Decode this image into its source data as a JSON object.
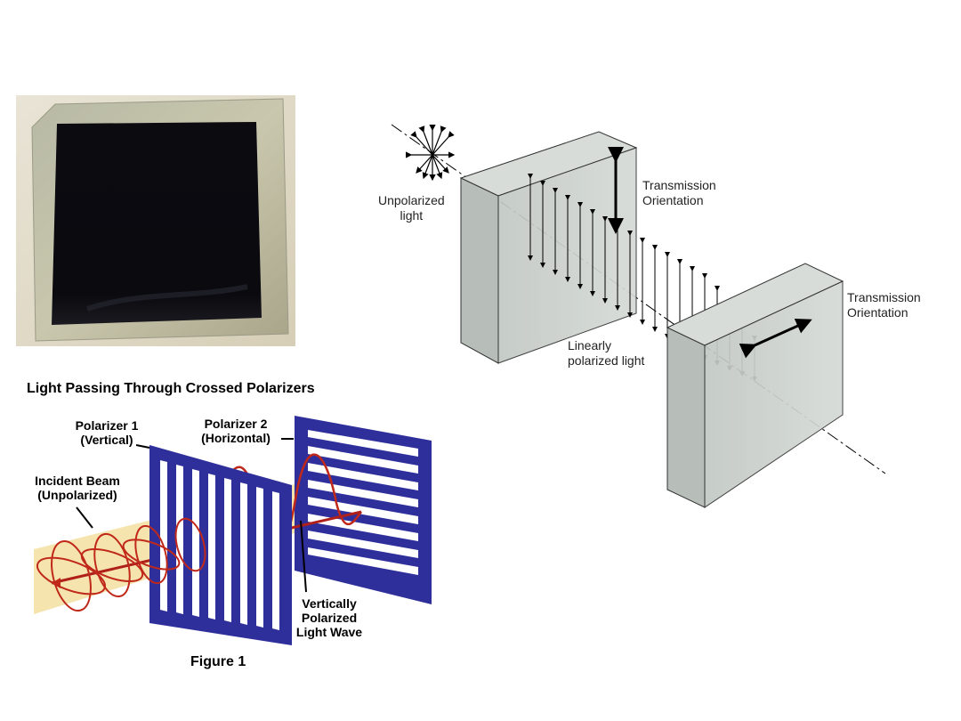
{
  "photo": {
    "description_icon": "polarizer-film-photo"
  },
  "figure1": {
    "title": "Light Passing Through Crossed Polarizers",
    "polarizer1_line1": "Polarizer 1",
    "polarizer1_line2": "(Vertical)",
    "polarizer2_line1": "Polarizer 2",
    "polarizer2_line2": "(Horizontal)",
    "incident_line1": "Incident Beam",
    "incident_line2": "(Unpolarized)",
    "vertical_line1": "Vertically",
    "vertical_line2": "Polarized",
    "vertical_line3": "Light Wave",
    "caption": "Figure 1",
    "colors": {
      "polarizer": "#2f2f9c",
      "beam": "#f3dfa0",
      "wave": "#c0281a"
    }
  },
  "figure2": {
    "unpolarized_line1": "Unpolarized",
    "unpolarized_line2": "light",
    "transmission1_line1": "Transmission",
    "transmission1_line2": "Orientation",
    "transmission2_line1": "Transmission",
    "transmission2_line2": "Orientation",
    "linear_line1": "Linearly",
    "linear_line2": "polarized light",
    "colors": {
      "block": "#c9cfcb"
    }
  }
}
